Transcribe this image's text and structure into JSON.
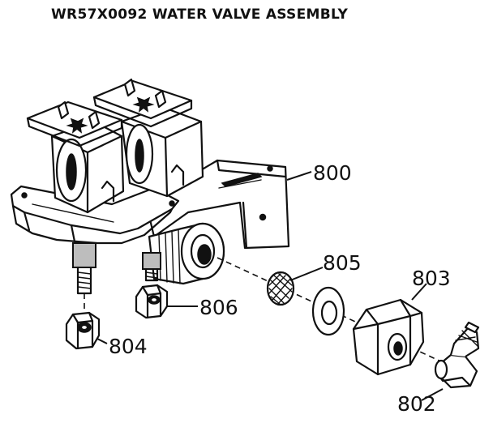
{
  "title": "WR57X0092 WATER VALVE ASSEMBLY",
  "callouts": {
    "c800": "800",
    "c805": "805",
    "c803": "803",
    "c806": "806",
    "c804": "804",
    "c802": "802"
  }
}
